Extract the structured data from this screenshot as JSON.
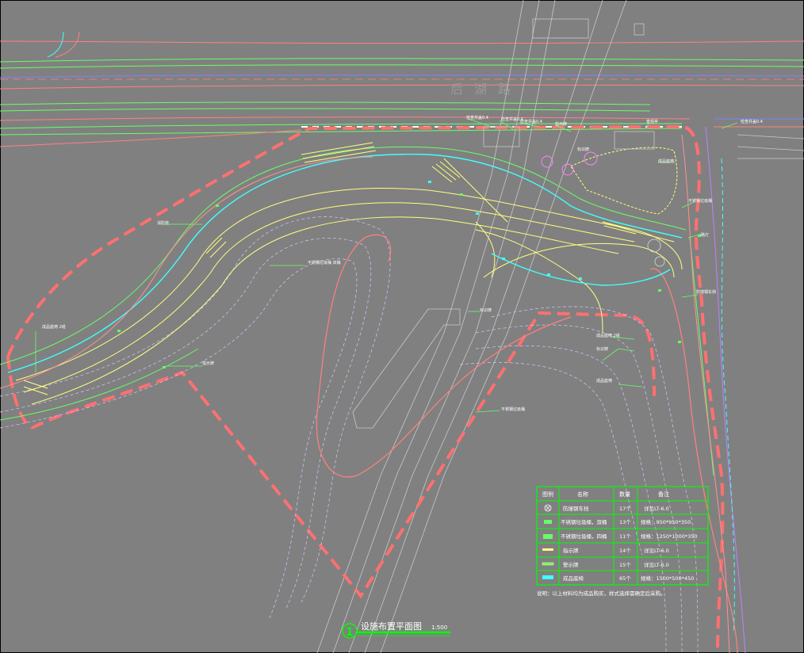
{
  "road_name": "后湖路",
  "callouts": [
    {
      "text": "检查井盖0.4"
    },
    {
      "text": "检查井盖0.4"
    },
    {
      "text": "检查井盖0.4"
    },
    {
      "text": "检查井盖0.4"
    },
    {
      "text": "消防栓"
    },
    {
      "text": "景观亭"
    },
    {
      "text": "指示牌"
    },
    {
      "text": "标识牌"
    },
    {
      "text": "成品座椅"
    },
    {
      "text": "不锈钢垃圾桶"
    },
    {
      "text": "路灯"
    },
    {
      "text": "防撞钢车挡"
    },
    {
      "text": "标识牌"
    },
    {
      "text": "不锈钢垃圾桶 双桶"
    },
    {
      "text": "成品座椅 2组"
    },
    {
      "text": "指示牌"
    },
    {
      "text": "成品座椅 2组"
    },
    {
      "text": "标识牌"
    },
    {
      "text": "成品座椅"
    },
    {
      "text": "不锈钢垃圾桶"
    }
  ],
  "legend": {
    "headers": [
      "图例",
      "名称",
      "数量",
      "备注"
    ],
    "rows": [
      {
        "name": "防撞钢车挡",
        "qty": "17个",
        "note": "详见LT-6.0",
        "symbol": "circle-x"
      },
      {
        "name": "不锈钢垃圾桶，双桶",
        "qty": "13个",
        "note": "规格：950*950*350",
        "symbol": "green-rect"
      },
      {
        "name": "不锈钢垃圾桶，四桶",
        "qty": "11个",
        "note": "规格：1250*1000*350",
        "symbol": "green-rect"
      },
      {
        "name": "指示牌",
        "qty": "14个",
        "note": "详见LT-6.0",
        "symbol": "yellow-line"
      },
      {
        "name": "警示牌",
        "qty": "15个",
        "note": "详见LT-6.0",
        "symbol": "yellow-line"
      },
      {
        "name": "成品座椅",
        "qty": "65个",
        "note": "规格：1500*500*450",
        "symbol": "cyan-rect"
      }
    ],
    "note": "说明：以上材料均为成品购买，样式选择需确定后采购。"
  },
  "title_block": {
    "number": "1",
    "title": "设施布置平面图",
    "scale": "1:500"
  },
  "colors": {
    "background": "#808080",
    "boundary": "#ff7070",
    "road_green": "#66ff66",
    "road_pink": "#ff8080",
    "path_yellow": "#ffff80",
    "path_cyan": "#40ffff",
    "contour": "#d0c8ff",
    "rail": "#c8c8c8",
    "legend_line": "#00ff00"
  }
}
